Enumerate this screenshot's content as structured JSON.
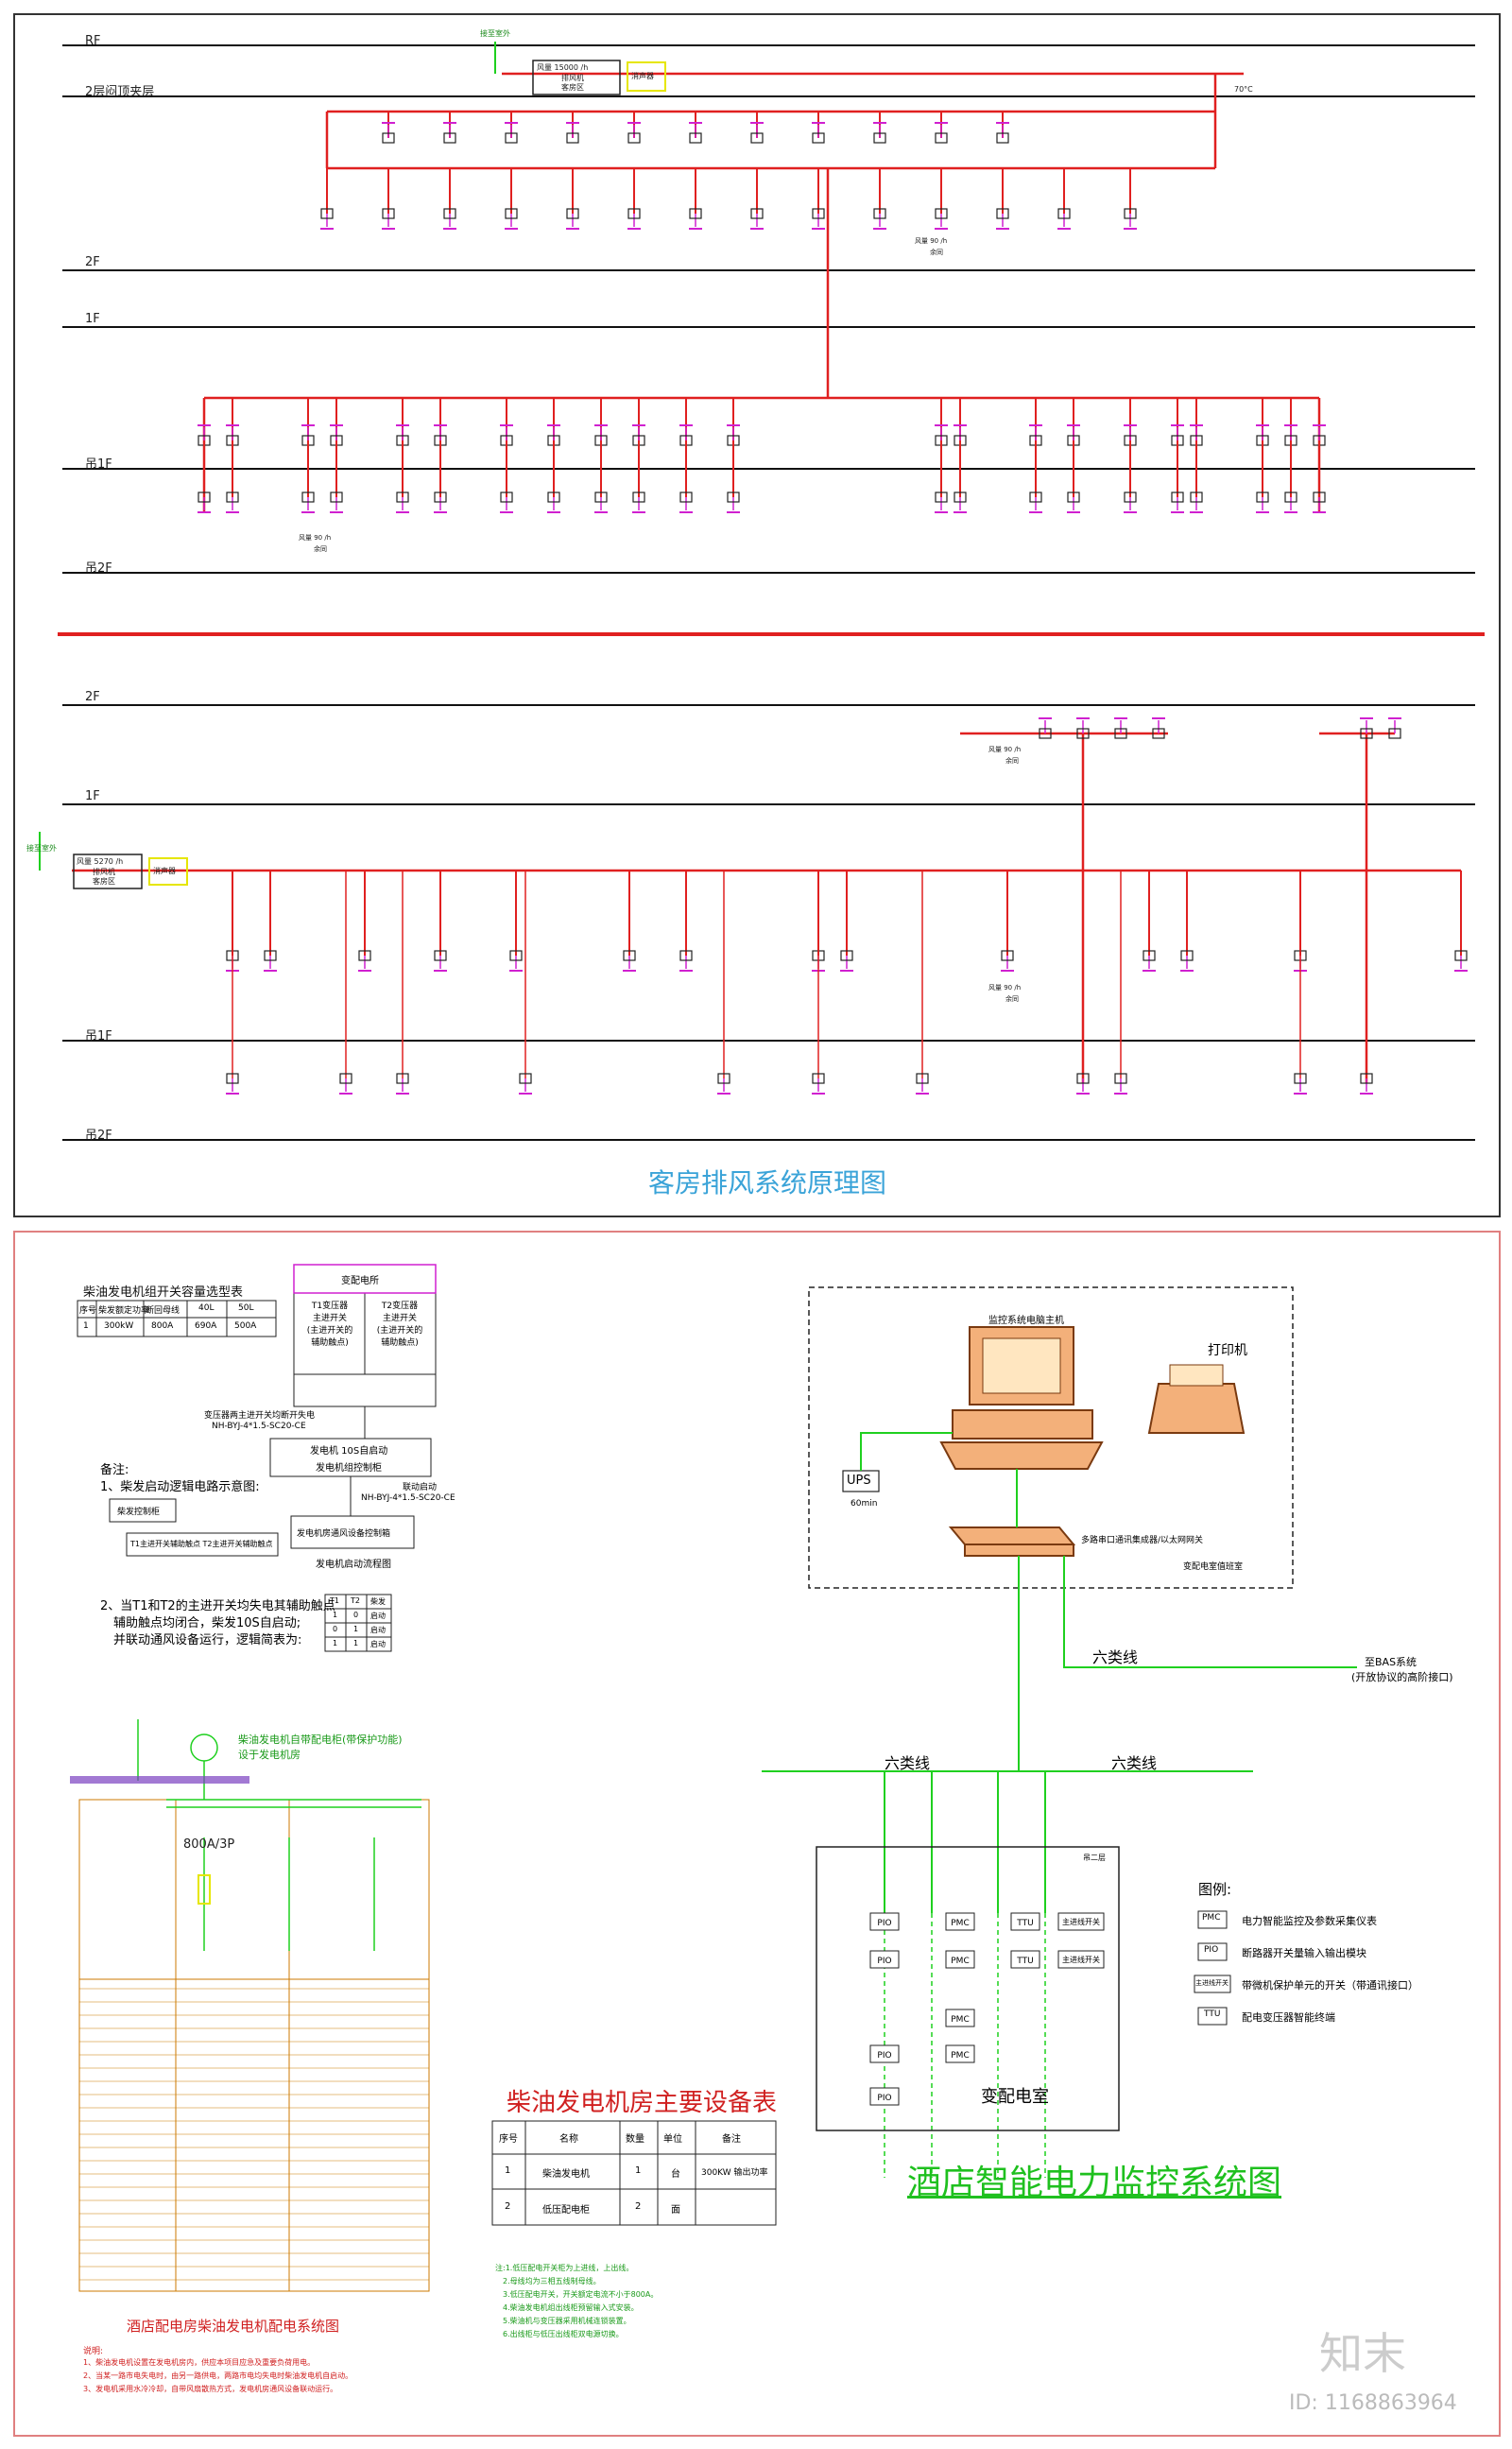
{
  "top": {
    "title": "客房排风系统原理图",
    "floors_upper": [
      "RF",
      "2层闷顶夹层",
      "2F",
      "1F",
      "吊1F",
      "吊2F"
    ],
    "floors_lower": [
      "2F",
      "1F",
      "吊1F",
      "吊2F"
    ],
    "fan_upper": {
      "line1": "风量 15000 /h",
      "line2": "排风机",
      "line3": "客房区"
    },
    "fan_lower": {
      "line1": "风量 5270 /h",
      "line2": "排风机",
      "line3": "客房区"
    },
    "silencer": "消声器",
    "outlet": "接至室外",
    "fire_damper": "70°C",
    "grille_label": {
      "line1": "风量 90 /h",
      "line2": "余同"
    }
  },
  "bottom_left": {
    "switch_table": {
      "title": "柴油发电机组开关容量选型表",
      "headers": [
        "序号",
        "柴发额定功率",
        "断回母线",
        "40L",
        "50L"
      ],
      "row": [
        "1",
        "300kW",
        "800A",
        "690A",
        "500A"
      ]
    },
    "substation": {
      "title": "变配电所",
      "t1": [
        "T1变压器",
        "主进开关",
        "(主进开关的",
        "辅助触点)"
      ],
      "t2": [
        "T2变压器",
        "主进开关",
        "(主进开关的",
        "辅助触点)"
      ]
    },
    "cable1": [
      "变压器两主进开关均断开失电",
      "NH-BYJ-4*1.5-SC20-CE"
    ],
    "gen_box": [
      "发电机 10S自启动",
      "发电机组控制柜"
    ],
    "cable2": [
      "联动启动",
      "NH-BYJ-4*1.5-SC20-CE"
    ],
    "note": [
      "备注:",
      "1、柴发启动逻辑电路示意图:"
    ],
    "ctrl_box": "柴发控制柜",
    "aux_box": "T1主进开关辅助触点 T2主进开关辅助触点",
    "vent_box": "发电机房通风设备控制箱",
    "start_title": "发电机启动流程图",
    "note2": [
      "2、当T1和T2的主进开关均失电其辅助触点",
      "辅助触点均闭合，柴发10S自启动;",
      "并联动通风设备运行，逻辑简表为:"
    ],
    "logic": [
      [
        "T1",
        "T2",
        "柴发"
      ],
      [
        "1",
        "0",
        "启动"
      ],
      [
        "0",
        "1",
        "启动"
      ],
      [
        "1",
        "1",
        "启动"
      ]
    ],
    "gen_label": "柴油发电机自带配电柜(带保护功能)",
    "gen_label2": "设于发电机房",
    "breaker": "800A/3P",
    "dist_title": "酒店配电房柴油发电机配电系统图",
    "equip_title": "柴油发电机房主要设备表",
    "equip_headers": [
      "序号",
      "名称",
      "数量",
      "单位",
      "备注"
    ],
    "equip_rows": [
      [
        "1",
        "柴油发电机",
        "1",
        "台",
        "300KW 输出功率"
      ],
      [
        "2",
        "低压配电柜",
        "2",
        "面",
        ""
      ]
    ],
    "notes_title": "说明:",
    "notes": [
      "1、柴油发电机设置在发电机房内，供应本项目应急及重要负荷用电。",
      "2、当某一路市电失电时，由另一路供电，两路市电均失电时柴油发电机自启动。",
      "3、发电机采用水冷冷却，自带风扇散热方式，发电机房通风设备联动运行。"
    ],
    "notes2": [
      "注:1.低压配电开关柜为上进线，上出线。",
      "2.母线均为三相五线制母线。",
      "3.低压配电开关，开关额定电流不小于800A。",
      "4.柴油发电机组出线柜预留输入式安装。",
      "5.柴油机与变压器采用机械连锁装置。",
      "6.出线柜与低压出线柜双电源切换。"
    ]
  },
  "bottom_right": {
    "host": "监控系统电脑主机",
    "printer": "打印机",
    "ups": "UPS",
    "ups_time": "60min",
    "gateway": "多路串口通讯集成器/以太网网关",
    "room_small": "变配电室值班室",
    "cable_main": "六类线",
    "bas": [
      "至BAS系统",
      "(开放协议的高阶接口)"
    ],
    "cable_left": "六类线",
    "cable_right": "六类线",
    "box_top_right": "吊二层",
    "pio": "PIO",
    "pmc": "PMC",
    "ttu": "TTU",
    "switch": "主进线开关",
    "room": "变配电室",
    "legend_title": "图例:",
    "legend": [
      {
        "sym": "PMC",
        "text": "电力智能监控及参数采集仪表"
      },
      {
        "sym": "PIO",
        "text": "断路器开关量输入输出模块"
      },
      {
        "sym": "主进线开关",
        "text": "带微机保护单元的开关（带通讯接口）"
      },
      {
        "sym": "TTU",
        "text": "配电变压器智能终端"
      }
    ],
    "title": "酒店智能电力监控系统图"
  },
  "watermark": {
    "brand": "知末",
    "id": "ID: 1168863964"
  },
  "colors": {
    "red": "#e02020",
    "green": "#1fd01f",
    "magenta": "#d020d0",
    "yellow": "#e6e600",
    "dark": "#222222",
    "orange": "#cc7a00"
  }
}
